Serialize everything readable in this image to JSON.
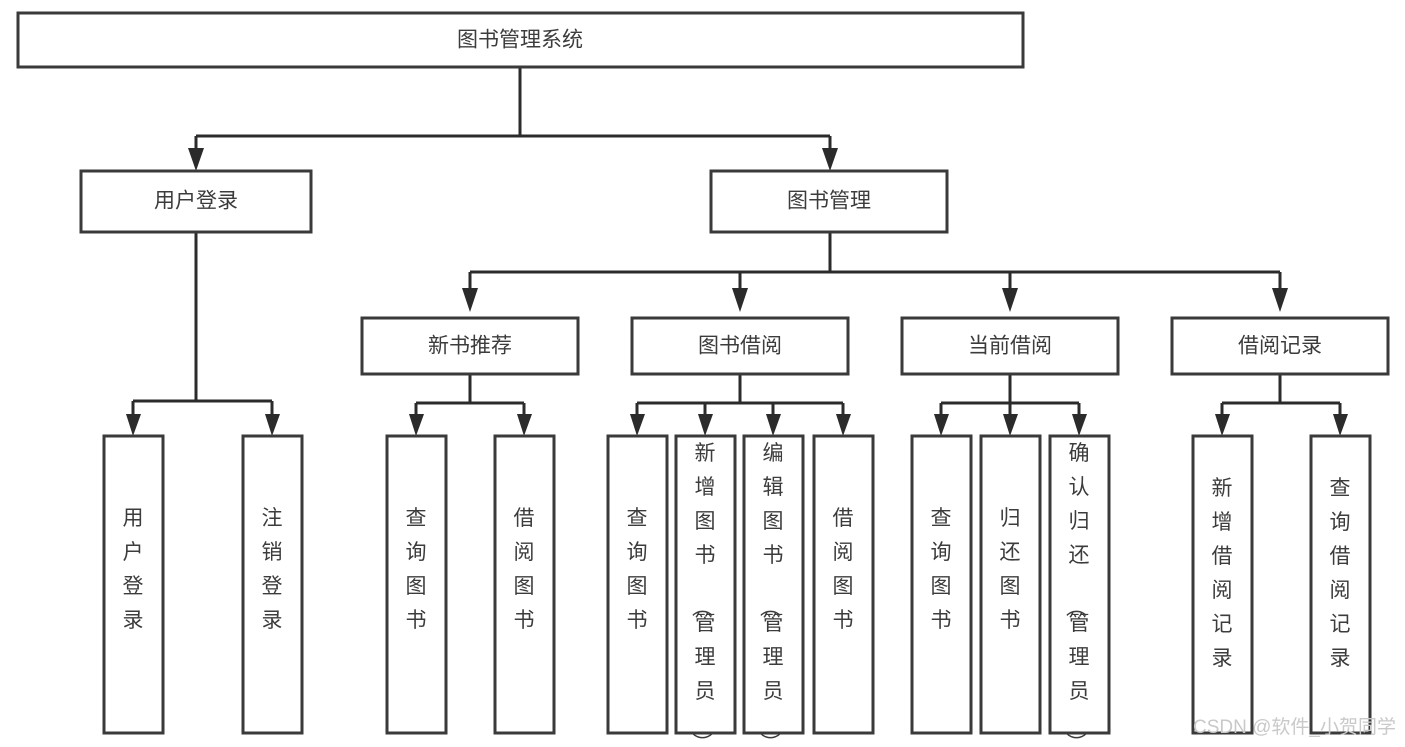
{
  "diagram": {
    "title": "图书管理系统",
    "type": "hierarchy-tree",
    "background_color": "#ffffff",
    "box_stroke_color": "#3a3a3a",
    "edge_color": "#2b2b2b",
    "text_color": "#3c3c3c"
  },
  "root": {
    "label": "图书管理系统"
  },
  "level2": [
    {
      "label": "用户登录"
    },
    {
      "label": "图书管理"
    }
  ],
  "level3": [
    {
      "label": "新书推荐"
    },
    {
      "label": "图书借阅"
    },
    {
      "label": "当前借阅"
    },
    {
      "label": "借阅记录"
    }
  ],
  "leaves": {
    "user_login": [
      {
        "label": "用户登录"
      },
      {
        "label": "注销登录"
      }
    ],
    "new_book_recommend": [
      {
        "label": "查询图书"
      },
      {
        "label": "借阅图书"
      }
    ],
    "book_borrow": [
      {
        "label": "查询图书"
      },
      {
        "label": "新增图书（管理员）"
      },
      {
        "label": "编辑图书（管理员）"
      },
      {
        "label": "借阅图书"
      }
    ],
    "current_borrow": [
      {
        "label": "查询图书"
      },
      {
        "label": "归还图书"
      },
      {
        "label": "确认归还（管理员）"
      }
    ],
    "borrow_record": [
      {
        "label": "新增借阅记录"
      },
      {
        "label": "查询借阅记录"
      }
    ]
  },
  "watermark": {
    "text": "CSDN @软件_小贺同学"
  }
}
